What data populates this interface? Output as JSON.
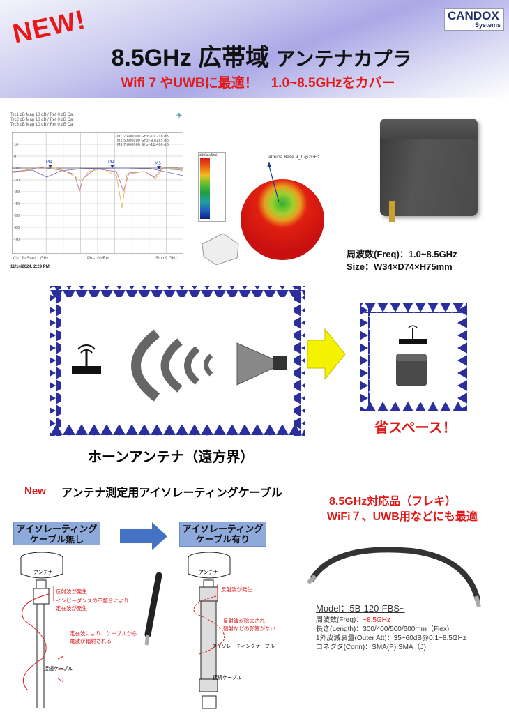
{
  "header": {
    "new_badge": "NEW!",
    "logo_top": "CANDOX",
    "logo_bottom": "Systems",
    "title_a": "8.5GHz 広帯域",
    "title_b": "アンテナカプラ",
    "subtitle": "Wifi 7 やUWBに最適！　1.0~8.5GHzをカバー"
  },
  "analyzer": {
    "traces": [
      "Trc1  dB Mag  10 dB / Ref 0 dB   Cal",
      "Trc2  dB Mag  10 dB / Ref 0 dB   Cal",
      "Trc3  dB Mag  10 dB / Ref 0 dB   Cal"
    ],
    "markers": [
      "•M1  2.400000 GHz  -10.718 dB",
      "M2  5.600000 GHz  -9.8185 dB",
      "M3  7.800000 GHz  -11.400 dB"
    ],
    "marker_labels": [
      "M1",
      "M2",
      "M3"
    ],
    "yticks": [
      "10",
      "0",
      "-10",
      "-20",
      "-30",
      "-40",
      "-50",
      "-60",
      "-70"
    ],
    "footer_start": "Ch1  fb  Start  1 GHz",
    "footer_mid": "Pb  -10 dBm",
    "footer_stop": "Stop  9 GHz",
    "timestamp": "11/14/2024, 2:29 PM",
    "trace_colors": [
      "#3a3ab0",
      "#b0508a",
      "#e0a040"
    ]
  },
  "radiation": {
    "label": "almina Base 9_1  @2GHz",
    "legend_title": "dB(GainTotal)"
  },
  "product": {
    "freq": "周波数(Freq)：1.0~8.5GHz",
    "size": "Size：W34×D74×H75mm"
  },
  "comparison": {
    "horn_caption": "ホーンアンテナ（遠方界）",
    "compact_caption": "省スペース！"
  },
  "cable_section": {
    "new_label": "New",
    "title": "アンテナ測定用アイソレーティングケーブル",
    "promo_1": "8.5GHz対応品（フレキ）",
    "promo_2": "WiFi７、UWB用などにも最適",
    "box_without": "アイソレーティング\nケーブル無し",
    "box_with": "アイソレーティング\nケーブル有り",
    "left_diagram": {
      "antenna": "アンテナ",
      "reflect": "反射波が発生",
      "mismatch": "インピーダンスの不整合により",
      "standing": "定在波が発生",
      "radiate_1": "定在波により、ケーブルから",
      "radiate_2": "電波が輻射される",
      "cable": "接続ケーブル"
    },
    "right_diagram": {
      "antenna": "アンテナ",
      "reflect": "反射波が発生",
      "removed_1": "反射波が除去され",
      "removed_2": "輻射などの影響がない",
      "iso_cable": "アイソレーティングケーブル",
      "cable": "接続ケーブル"
    },
    "model": {
      "title": "Model：5B-120-FBS~",
      "freq_label": "周波数(Freq)：",
      "freq_value": "~8.5GHz",
      "length": "長さ(Length)：300/400/500/600mm（Flex)",
      "att": "1外皮減衰量(Outer Att)：35~60dB@0.1~8.5GHz",
      "conn": "コネクタ(Conn)：SMA(P),SMA（J)"
    }
  },
  "colors": {
    "accent_red": "#e01818",
    "chamber_blue": "#2b2f9e",
    "arrow_yellow": "#f5f200",
    "box_blue": "#8eaadb",
    "arrow_blue": "#4472c4"
  }
}
